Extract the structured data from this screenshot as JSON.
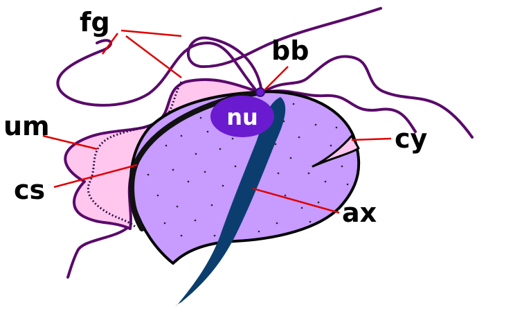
{
  "labels": {
    "fg": "fg",
    "bb": "bb",
    "nu": "nu",
    "um": "um",
    "cs": "cs",
    "cy": "cy",
    "ax": "ax"
  },
  "colors": {
    "body_fill": "#c79bff",
    "membrane_fill": "#ffc6ee",
    "outline": "#5a0a6a",
    "nucleus": "#6a1bd0",
    "axostyle": "#0b3e6e",
    "leader_lines": "#e00000",
    "label_text": "#000000"
  }
}
